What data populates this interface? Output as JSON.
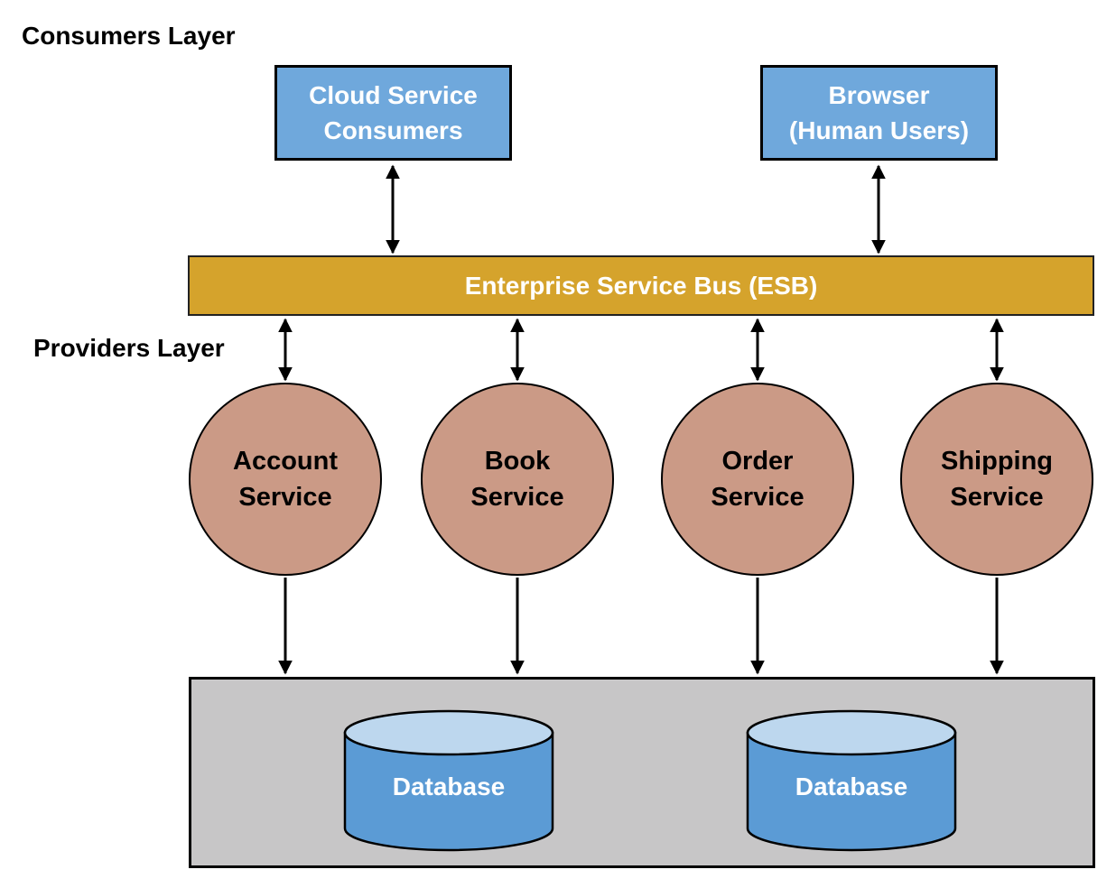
{
  "labels": {
    "consumers_layer": "Consumers Layer",
    "providers_layer": "Providers Layer"
  },
  "consumers": [
    {
      "label": "Cloud Service\nConsumers"
    },
    {
      "label": "Browser\n(Human Users)"
    }
  ],
  "esb": {
    "label": "Enterprise Service Bus (ESB)"
  },
  "services": [
    {
      "label": "Account\nService"
    },
    {
      "label": "Book\nService"
    },
    {
      "label": "Order\nService"
    },
    {
      "label": "Shipping\nService"
    }
  ],
  "databases": [
    {
      "label": "Database"
    },
    {
      "label": "Database"
    }
  ],
  "colors": {
    "consumer_box": "#6FA8DC",
    "esb_bar": "#D5A32C",
    "service_circle": "#CB9A86",
    "providers_panel": "#C7C6C7",
    "database_body": "#5B9BD5",
    "database_top": "#BDD7EE",
    "text_light": "#FFFFFF",
    "text_dark": "#000000",
    "outline": "#000000"
  }
}
